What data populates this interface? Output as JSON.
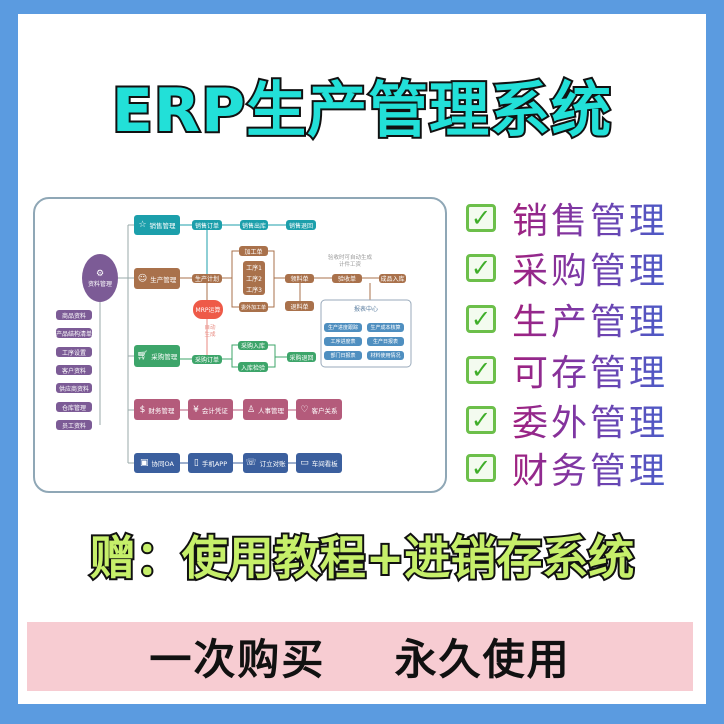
{
  "title": "ERP生产管理系统",
  "diagram": {
    "hub": "资料管理",
    "master_data": [
      "商品资料",
      "产品结构清单",
      "工序设置",
      "客户资料",
      "供应商资料",
      "仓库管理",
      "员工资料"
    ],
    "sales": {
      "module": "销售管理",
      "order": "销售订单",
      "out": "销售出库",
      "return": "销售退回"
    },
    "production": {
      "module": "生产管理",
      "plan": "生产计划",
      "mrp": "MRP运算",
      "auto": "自动生成",
      "work_order": "加工单",
      "processes": [
        "工序1",
        "工序2",
        "工序3"
      ],
      "outsource": "委外加工单",
      "pick": "领料单",
      "return_material": "退料单",
      "accept": "验收单",
      "finished": "成品入库",
      "note": "验收时可自动生成计件工资"
    },
    "purchase": {
      "module": "采购管理",
      "order": "采购订单",
      "in": "采购入库",
      "inspect": "入库检验",
      "return": "采购退回"
    },
    "report": {
      "title": "报表中心",
      "items": [
        "生产进度跟踪",
        "生产成本核算",
        "工序进度表",
        "生产日报表",
        "部门日报表",
        "材料使用情况"
      ]
    },
    "finance": {
      "module": "财务管理",
      "voucher": "会计凭证",
      "hr": "人事管理",
      "crm": "客户关系"
    },
    "collab": {
      "module": "协同OA",
      "app": "手机APP",
      "chat": "订立对账",
      "board": "车间看板"
    }
  },
  "features": [
    "销售管理",
    "采购管理",
    "生产管理",
    "可存管理",
    "委外管理",
    "财务管理"
  ],
  "gift": "赠：使用教程+进销存系统",
  "slogan": "一次购买  永久使用"
}
